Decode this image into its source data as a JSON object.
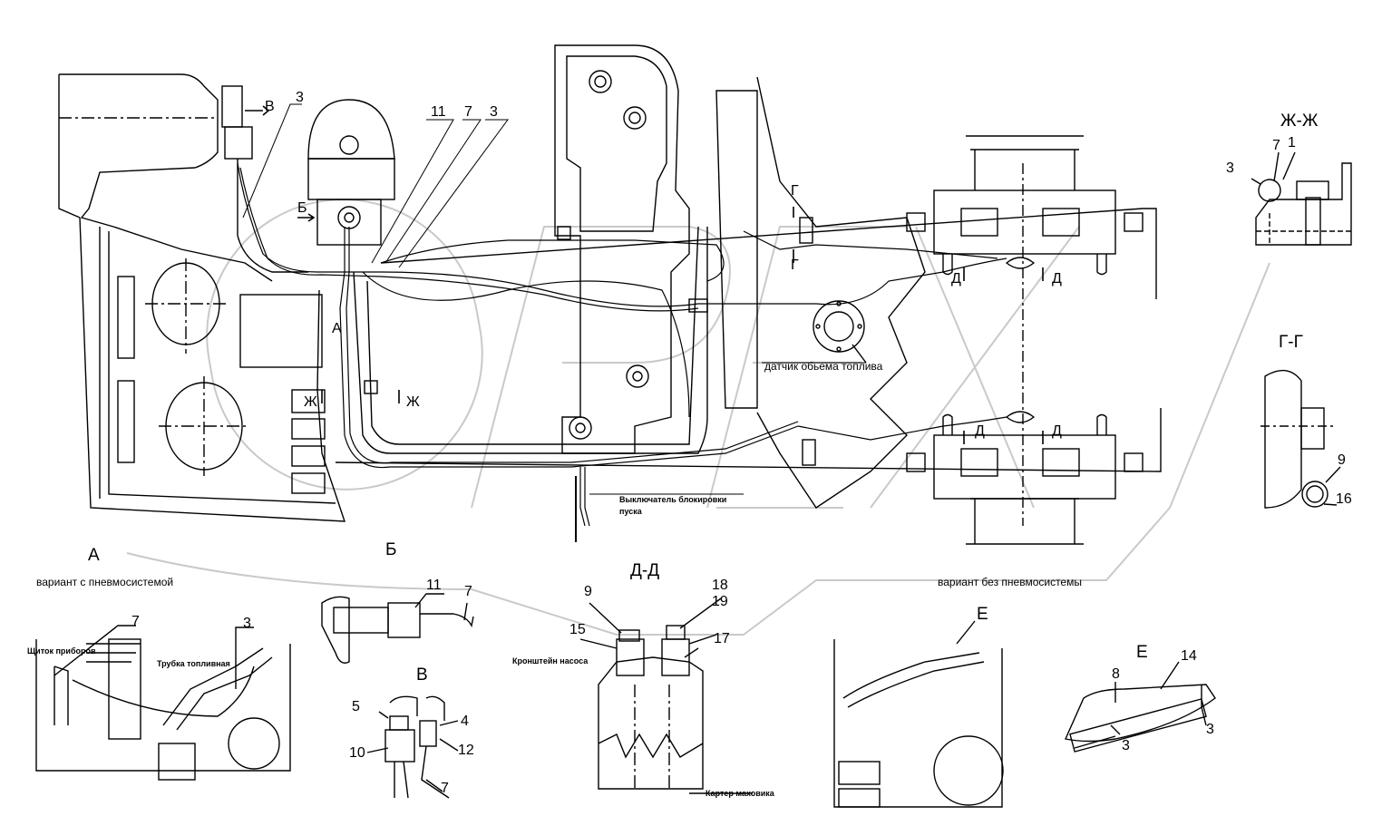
{
  "captions": {
    "fuel_sensor": "датчик обьема топлива",
    "start_lock_switch_line1": "Выключатель блокировки",
    "start_lock_switch_line2": "пуска",
    "variant_pneumatic": "вариант с пневмосистемой",
    "variant_no_pneumatic": "вариант без пневмосистемы",
    "dashboard_bracket": "Щиток приборов",
    "fuel_pipe": "Трубка топливная",
    "pump_bracket": "Кронштейн насоса",
    "flywheel_housing": "Картер маховика"
  },
  "view_titles": {
    "zh_zh": "Ж-Ж",
    "g_g": "Г-Г",
    "d_d": "Д-Д",
    "a": "А",
    "b": "Б",
    "v": "В",
    "e": "Е"
  },
  "section_markers": {
    "v": "В",
    "b": "Б",
    "a": "А",
    "g": "Г",
    "d": "Д",
    "zh": "Ж",
    "e": "Е"
  },
  "position_numbers": [
    "1",
    "3",
    "4",
    "5",
    "7",
    "8",
    "9",
    "10",
    "11",
    "12",
    "14",
    "15",
    "16",
    "17",
    "18",
    "19"
  ]
}
